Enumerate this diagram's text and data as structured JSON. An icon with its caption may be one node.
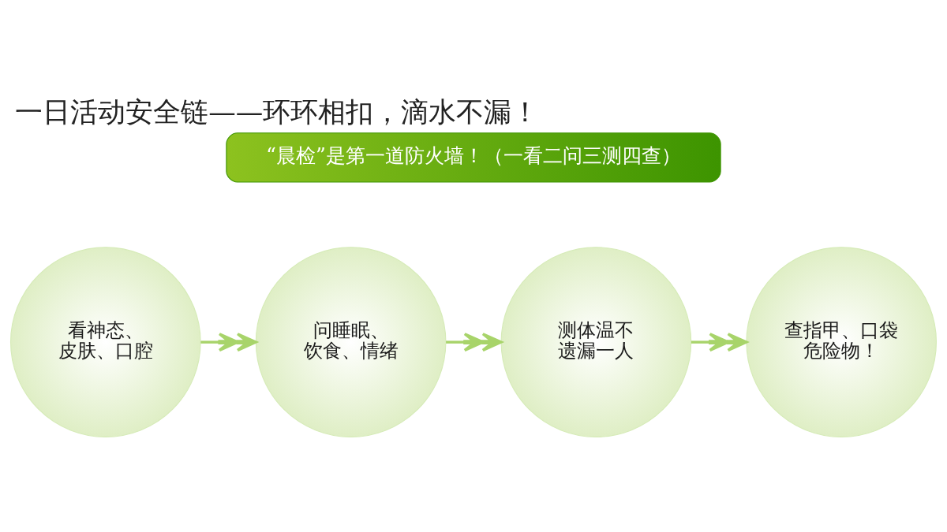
{
  "diagram": {
    "title": "一日活动安全链——环环相扣，滴水不漏！",
    "nodes": [
      {
        "text": [
          "“晨检”是第一道防火墙！（一看二问三测四查）"
        ]
      },
      {
        "text": [
          "看神态、皮肤、口腔"
        ]
      },
      {
        "text": [
          "问睡眠、饮食、情绪"
        ]
      },
      {
        "text": [
          "测体温不遗漏一人"
        ]
      },
      {
        "text": [
          "查指甲、口袋危险物！"
        ]
      }
    ],
    "edges": [
      {
        "from": 1,
        "to": 2,
        "arrow": "to"
      },
      {
        "from": 2,
        "to": 3,
        "arrow": "to"
      },
      {
        "from": 3,
        "to": 4,
        "arrow": "to"
      }
    ]
  }
}
